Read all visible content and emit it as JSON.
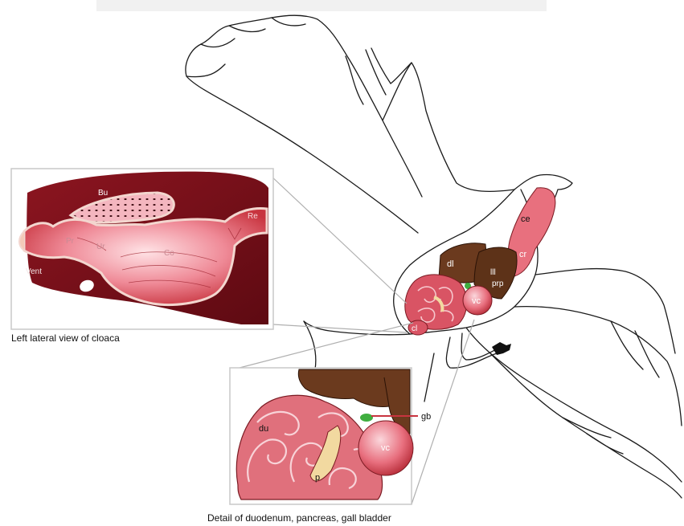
{
  "cloaca_inset": {
    "caption": "Left lateral view of cloaca",
    "labels": {
      "bursa": "Bu",
      "rectum": "Re",
      "proctodeum": "Pr",
      "urodeum": "Ur",
      "coprodeum": "Co",
      "vent": "Vent"
    }
  },
  "duodenum_inset": {
    "caption": "Detail of duodenum, pancreas, gall bladder",
    "labels": {
      "duodenum": "du",
      "gall_bladder": "gb",
      "ventriculus": "vc",
      "pancreas": "p"
    }
  },
  "bird_labels": {
    "cervical_esophagus": "ce",
    "crop": "cr",
    "liver_left": "dl",
    "liver_right": "lll",
    "proventriculus": "prp",
    "ventriculus": "vc",
    "cloaca": "cl"
  },
  "colors": {
    "organ_pink": "#e8707e",
    "organ_red": "#c8343f",
    "liver_brown": "#6b3a1e",
    "background_dark_red": "#7a1018",
    "gall_bladder_green": "#3fae3f",
    "callout_line_grey": "#b0b0b0"
  }
}
